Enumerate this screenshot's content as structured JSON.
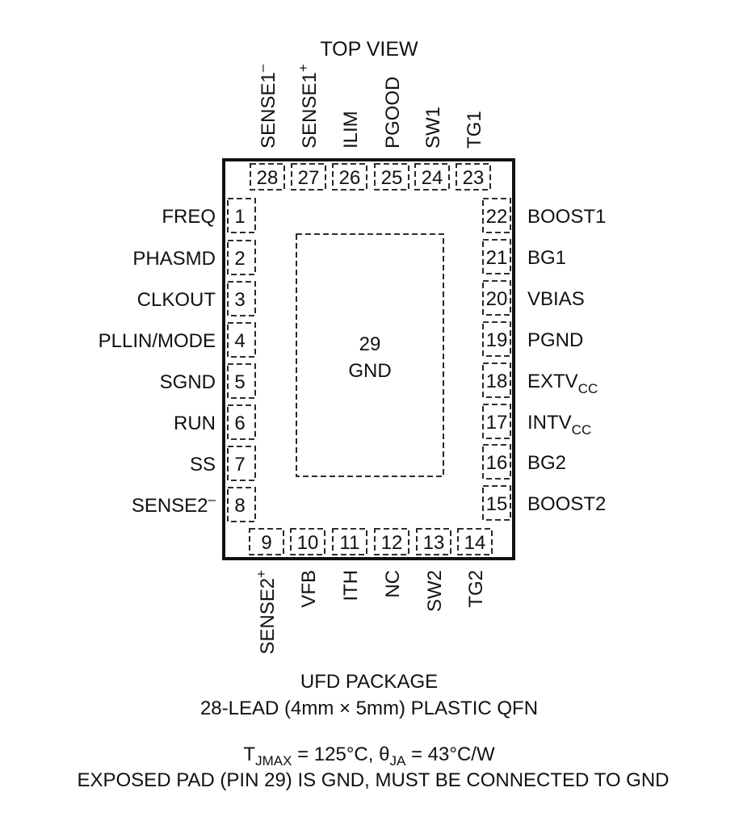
{
  "title": "TOP VIEW",
  "exposed_pad": {
    "number": "29",
    "label": "GND"
  },
  "pins": {
    "left": [
      {
        "num": "1",
        "name": "FREQ",
        "sub": "",
        "sup": ""
      },
      {
        "num": "2",
        "name": "PHASMD",
        "sub": "",
        "sup": ""
      },
      {
        "num": "3",
        "name": "CLKOUT",
        "sub": "",
        "sup": ""
      },
      {
        "num": "4",
        "name": "PLLIN/MODE",
        "sub": "",
        "sup": ""
      },
      {
        "num": "5",
        "name": "SGND",
        "sub": "",
        "sup": ""
      },
      {
        "num": "6",
        "name": "RUN",
        "sub": "",
        "sup": ""
      },
      {
        "num": "7",
        "name": "SS",
        "sub": "",
        "sup": ""
      },
      {
        "num": "8",
        "name": "SENSE2",
        "sub": "",
        "sup": "–"
      }
    ],
    "bottom": [
      {
        "num": "9",
        "name": "SENSE2",
        "sub": "",
        "sup": "+"
      },
      {
        "num": "10",
        "name": "VFB",
        "sub": "",
        "sup": ""
      },
      {
        "num": "11",
        "name": "ITH",
        "sub": "",
        "sup": ""
      },
      {
        "num": "12",
        "name": "NC",
        "sub": "",
        "sup": ""
      },
      {
        "num": "13",
        "name": "SW2",
        "sub": "",
        "sup": ""
      },
      {
        "num": "14",
        "name": "TG2",
        "sub": "",
        "sup": ""
      }
    ],
    "right": [
      {
        "num": "15",
        "name": "BOOST2",
        "sub": "",
        "sup": ""
      },
      {
        "num": "16",
        "name": "BG2",
        "sub": "",
        "sup": ""
      },
      {
        "num": "17",
        "name": "INTV",
        "sub": "CC",
        "sup": ""
      },
      {
        "num": "18",
        "name": "EXTV",
        "sub": "CC",
        "sup": ""
      },
      {
        "num": "19",
        "name": "PGND",
        "sub": "",
        "sup": ""
      },
      {
        "num": "20",
        "name": "VBIAS",
        "sub": "",
        "sup": ""
      },
      {
        "num": "21",
        "name": "BG1",
        "sub": "",
        "sup": ""
      },
      {
        "num": "22",
        "name": "BOOST1",
        "sub": "",
        "sup": ""
      }
    ],
    "top": [
      {
        "num": "23",
        "name": "TG1",
        "sub": "",
        "sup": ""
      },
      {
        "num": "24",
        "name": "SW1",
        "sub": "",
        "sup": ""
      },
      {
        "num": "25",
        "name": "PGOOD",
        "sub": "",
        "sup": ""
      },
      {
        "num": "26",
        "name": "ILIM",
        "sub": "",
        "sup": ""
      },
      {
        "num": "27",
        "name": "SENSE1",
        "sub": "",
        "sup": "+"
      },
      {
        "num": "28",
        "name": "SENSE1",
        "sub": "",
        "sup": "–"
      }
    ]
  },
  "package": {
    "line1": "UFD PACKAGE",
    "line2": "28-LEAD (4mm × 5mm) PLASTIC QFN"
  },
  "thermal": {
    "t_symbol": "T",
    "t_sub": "JMAX",
    "t_value": " = 125°C, ",
    "theta_symbol": "θ",
    "theta_sub": "JA",
    "theta_value": " = 43°C/W"
  },
  "note": "EXPOSED PAD (PIN 29) IS GND, MUST BE CONNECTED TO GND"
}
